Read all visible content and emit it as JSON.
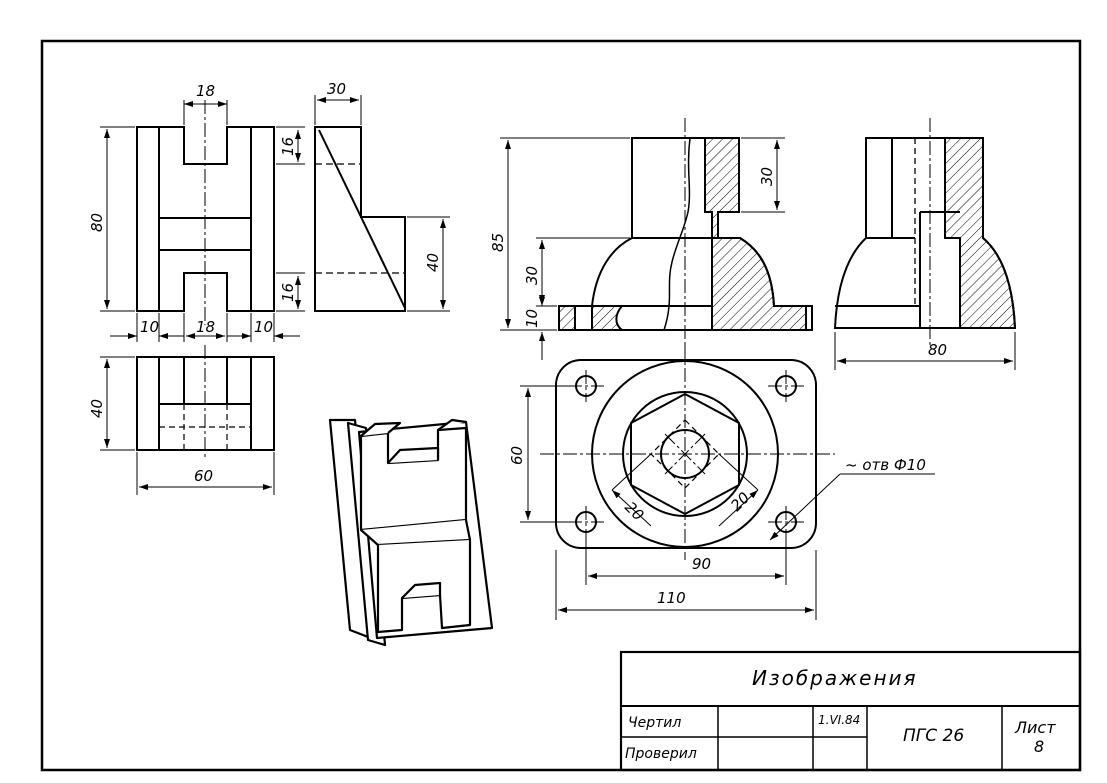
{
  "dimensions": {
    "front_top_width": "18",
    "side_top_width": "30",
    "front_height": "80",
    "slot_top": "16",
    "slot_bottom": "16",
    "side_step": "40",
    "bottom_left": "10",
    "bottom_mid": "18",
    "bottom_right": "10",
    "plan_height": "40",
    "plan_width": "60",
    "section_total": "85",
    "section_mid": "30",
    "section_base": "10",
    "section_top": "30",
    "profile_width": "80",
    "plan2_height": "60",
    "hole_note": "~ отв Ф10",
    "hex_left": "20",
    "hex_right": "20",
    "inner_width": "90",
    "outer_width": "110"
  },
  "title_block": {
    "title": "Изображения",
    "drawn_label": "Чертил",
    "checked_label": "Проверил",
    "date": "1.VI.84",
    "code": "ПГС 26",
    "sheet_label": "Лист",
    "sheet_number": "8"
  }
}
